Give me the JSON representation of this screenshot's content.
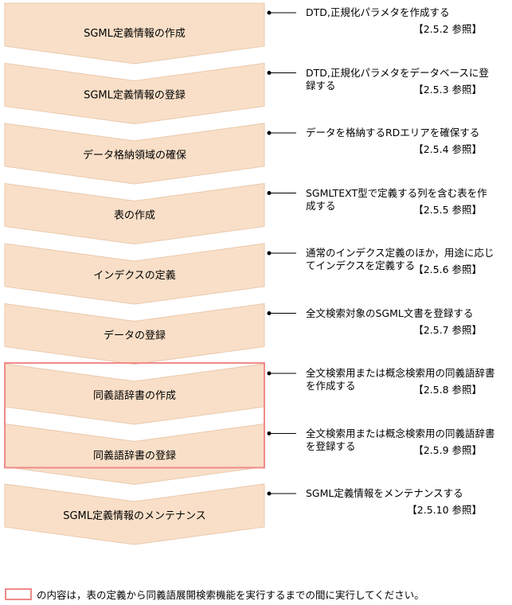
{
  "steps": [
    {
      "label": "SGML定義情報の作成",
      "desc": "DTD,正規化パラメタを作成する",
      "ref": "【2.5.2 参照】"
    },
    {
      "label": "SGML定義情報の登録",
      "desc": "DTD,正規化パラメタをデータベースに登録する",
      "ref": "【2.5.3 参照】"
    },
    {
      "label": "データ格納領域の確保",
      "desc": "データを格納するRDエリアを確保する",
      "ref": "【2.5.4 参照】"
    },
    {
      "label": "表の作成",
      "desc": "SGMLTEXT型で定義する列を含む表を作成する",
      "ref": "【2.5.5 参照】"
    },
    {
      "label": "インデクスの定義",
      "desc": "通常のインデクス定義のほか，用途に応じてインデクスを定義する",
      "ref": "【2.5.6 参照】"
    },
    {
      "label": "データの登録",
      "desc": "全文検索対象のSGML文書を登録する",
      "ref": "【2.5.7 参照】"
    },
    {
      "label": "同義語辞書の作成",
      "desc": "全文検索用または概念検索用の同義語辞書を作成する",
      "ref": "【2.5.8 参照】"
    },
    {
      "label": "同義語辞書の登録",
      "desc": "全文検索用または概念検索用の同義語辞書を登録する",
      "ref": "【2.5.9 参照】"
    },
    {
      "label": "SGML定義情報のメンテナンス",
      "desc": "SGML定義情報をメンテナンスする",
      "ref": "【2.5.10 参照】"
    }
  ],
  "highlight_steps": [
    6,
    7
  ],
  "note": "の内容は，表の定義から同義語展開検索機能を実行するまでの間に実行してください。",
  "colors": {
    "fill": "#f9dfc8",
    "stroke": "#e9c9ad",
    "highlight": "#f08a8a"
  }
}
